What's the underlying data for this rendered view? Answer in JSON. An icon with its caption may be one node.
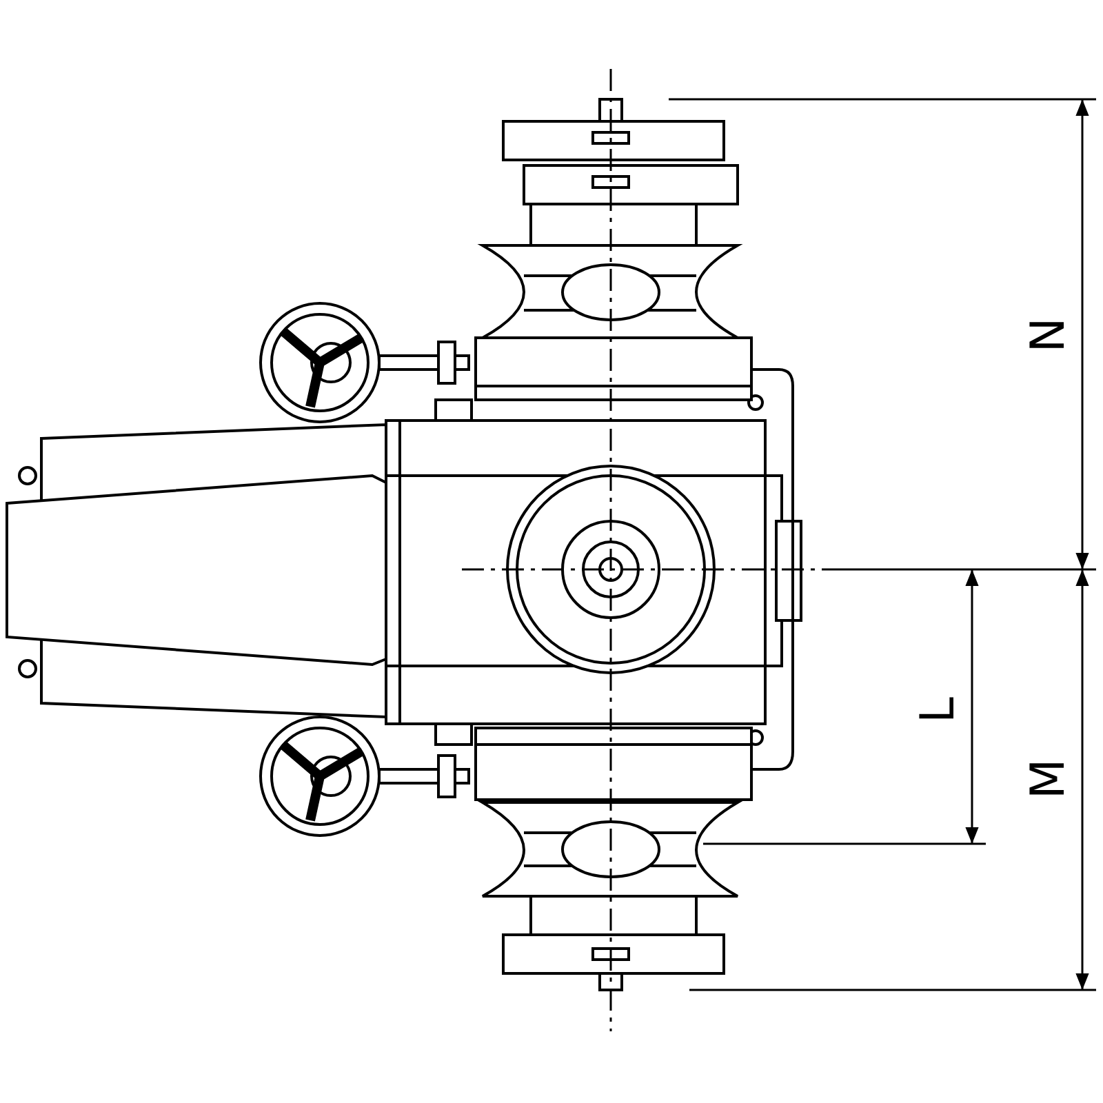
{
  "diagram": {
    "labels": [
      "N",
      "L",
      "M"
    ]
  }
}
